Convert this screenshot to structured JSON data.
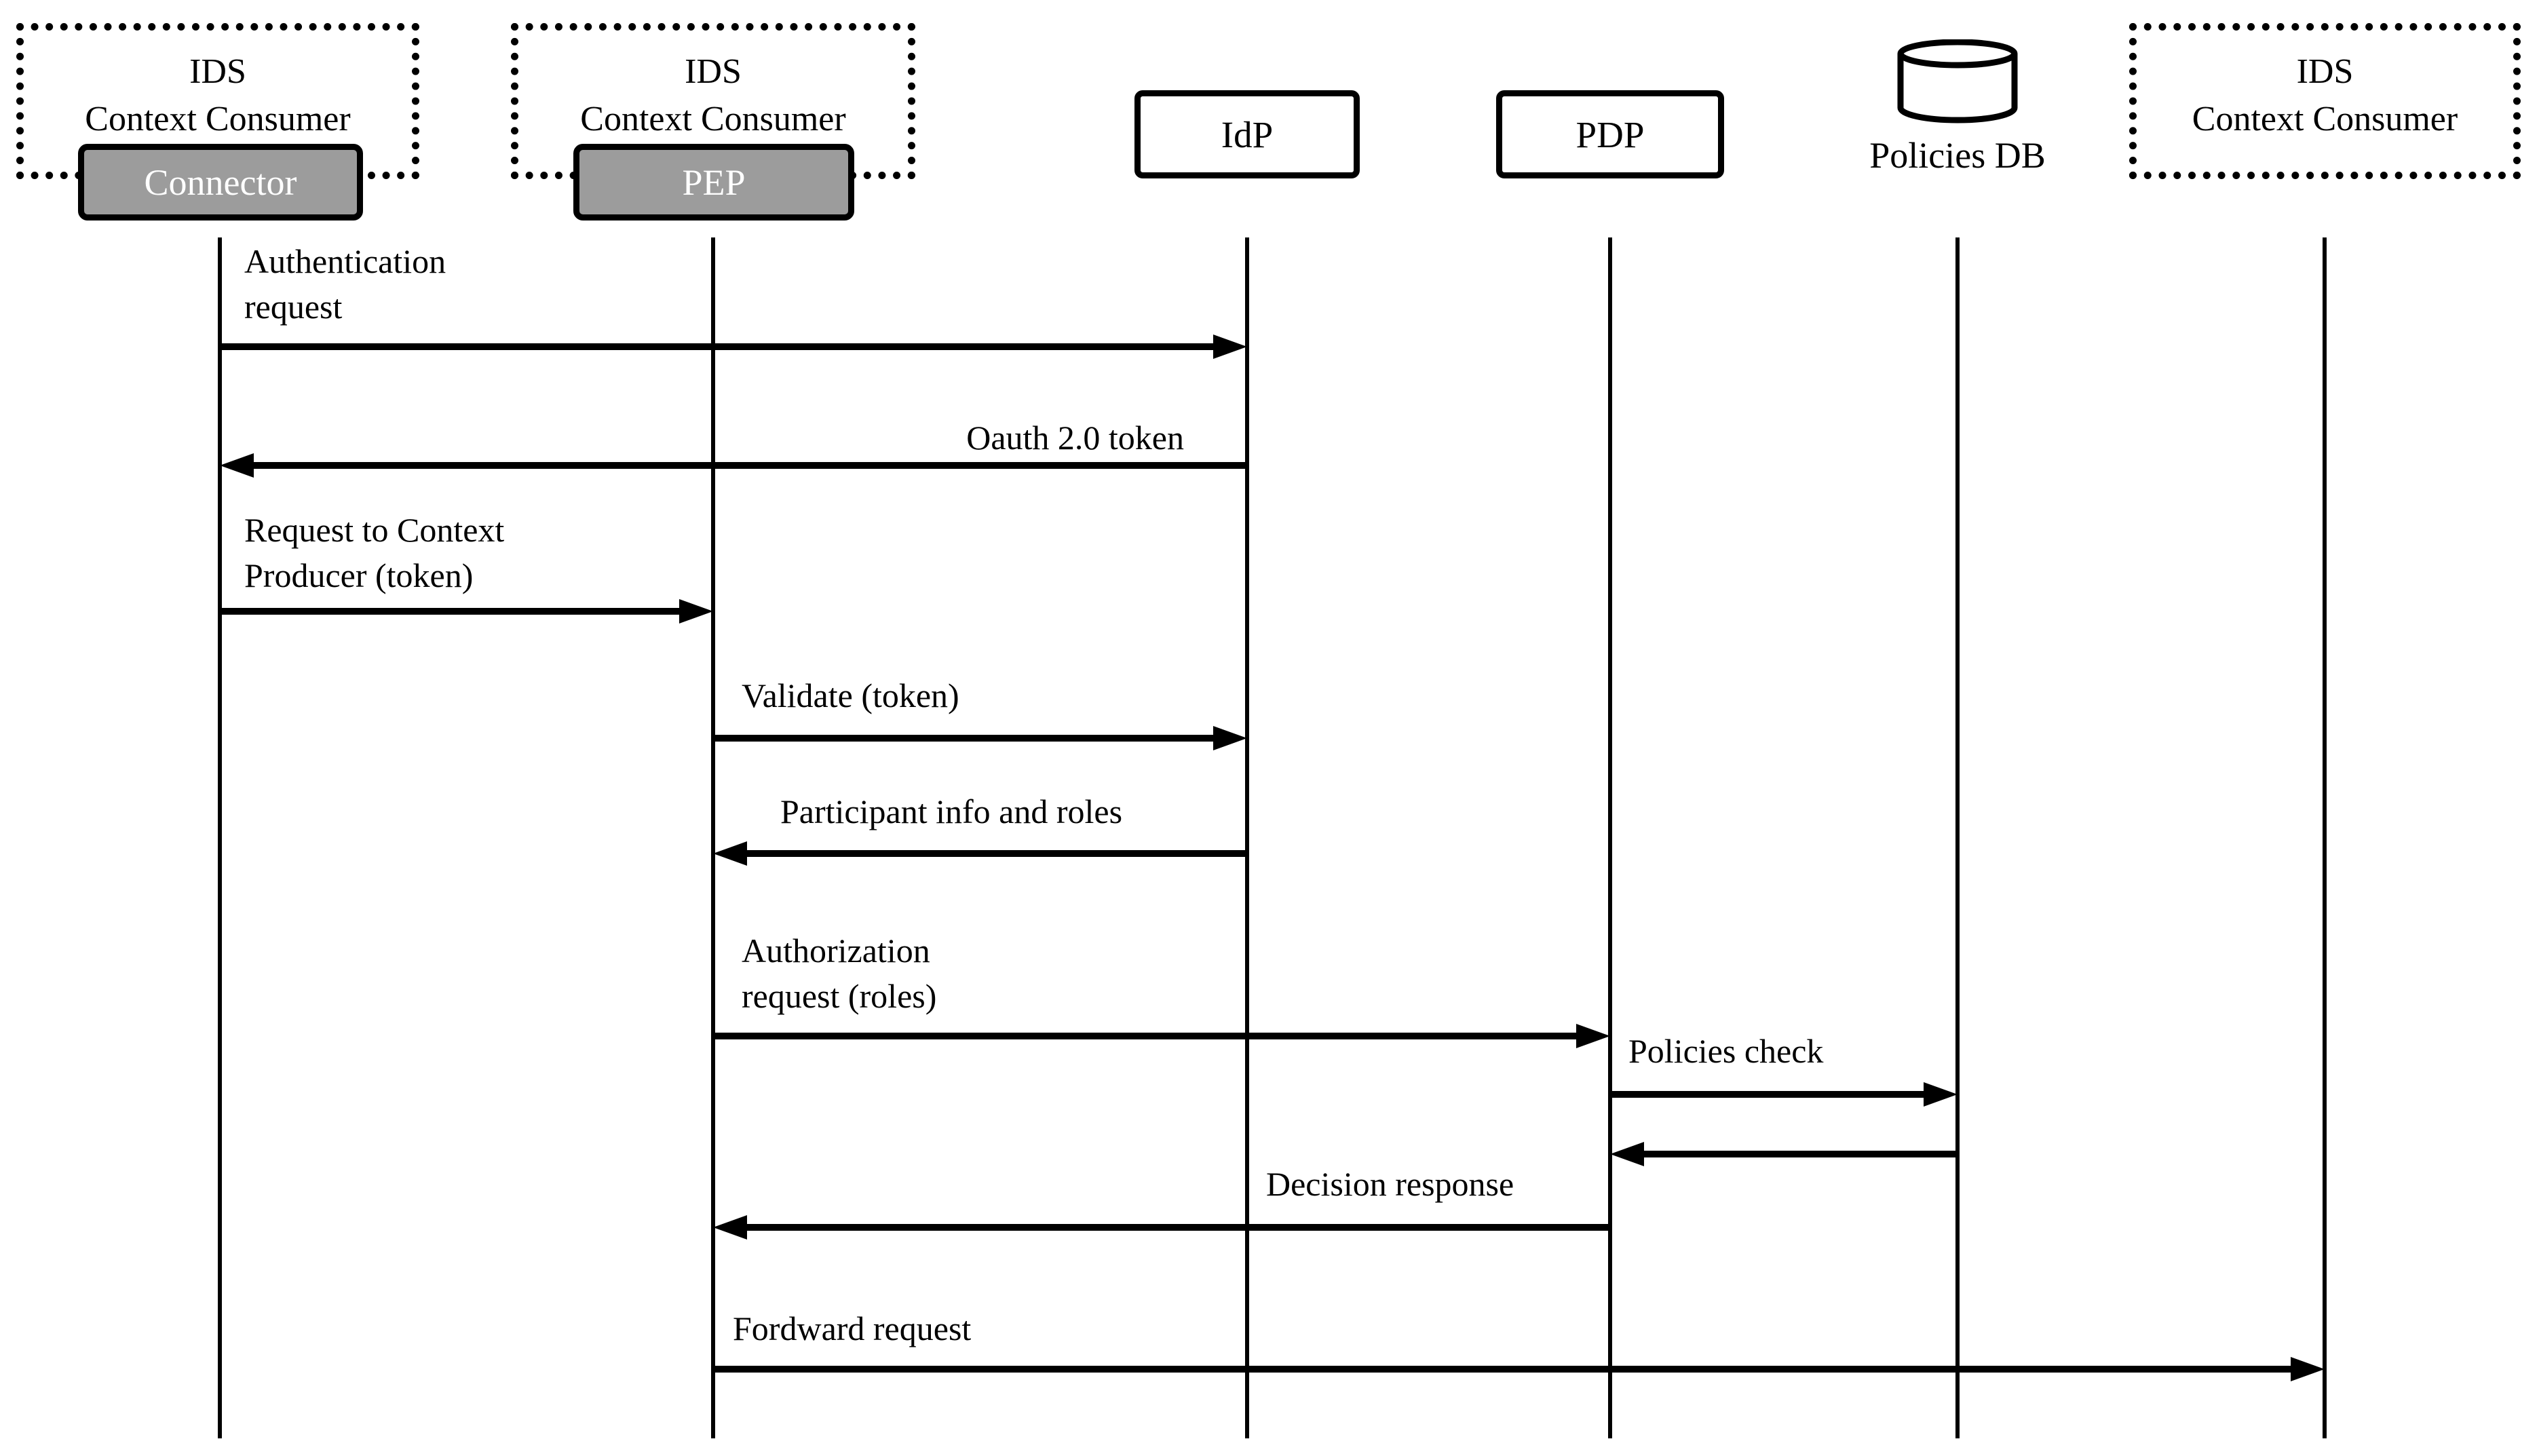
{
  "colors": {
    "background": "#ffffff",
    "line": "#000000",
    "component_fill": "#9c9c9c",
    "component_text": "#ffffff"
  },
  "actors": [
    {
      "id": "ids-context-consumer-1",
      "type": "dashed",
      "label": "IDS\nContext Consumer",
      "component": "Connector"
    },
    {
      "id": "ids-context-consumer-2",
      "type": "dashed",
      "label": "IDS\nContext Consumer",
      "component": "PEP"
    },
    {
      "id": "idp",
      "type": "box",
      "label": "IdP"
    },
    {
      "id": "pdp",
      "type": "box",
      "label": "PDP"
    },
    {
      "id": "policies-db",
      "type": "database",
      "label": "Policies DB"
    },
    {
      "id": "ids-context-consumer-3",
      "type": "dashed",
      "label": "IDS\nContext Consumer"
    }
  ],
  "messages": [
    {
      "label": "Authentication\nrequest",
      "from": "Connector",
      "to": "IdP",
      "direction": "right"
    },
    {
      "label": "Oauth 2.0 token",
      "from": "IdP",
      "to": "Connector",
      "direction": "left"
    },
    {
      "label": "Request to Context\nProducer (token)",
      "from": "Connector",
      "to": "PEP",
      "direction": "right"
    },
    {
      "label": "Validate (token)",
      "from": "PEP",
      "to": "IdP",
      "direction": "right"
    },
    {
      "label": "Participant info and roles",
      "from": "IdP",
      "to": "PEP",
      "direction": "left"
    },
    {
      "label": "Authorization\nrequest (roles)",
      "from": "PEP",
      "to": "PDP",
      "direction": "right"
    },
    {
      "label": "Policies check",
      "from": "PDP",
      "to": "Policies DB",
      "direction": "right"
    },
    {
      "label": "",
      "from": "Policies DB",
      "to": "PDP",
      "direction": "left"
    },
    {
      "label": "Decision response",
      "from": "PDP",
      "to": "PEP",
      "direction": "left"
    },
    {
      "label": "Fordward request",
      "from": "PEP",
      "to": "IDS Context Consumer",
      "direction": "right"
    }
  ]
}
